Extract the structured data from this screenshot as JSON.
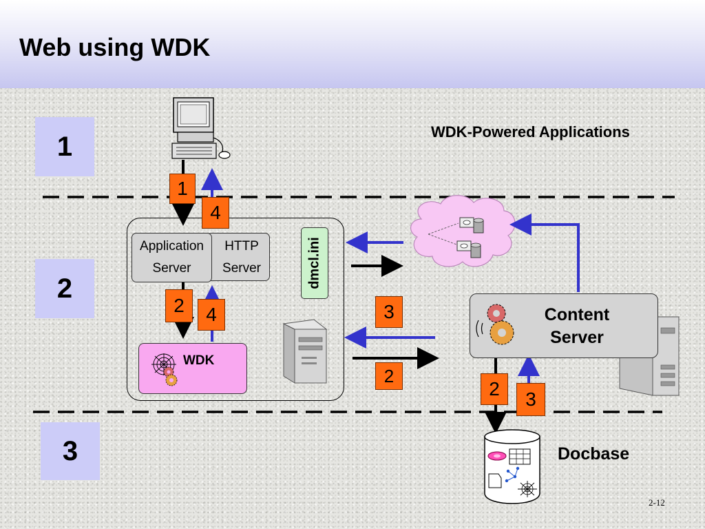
{
  "slide": {
    "title": "Web using WDK",
    "page_number": "2-12"
  },
  "layers": [
    {
      "label": "1"
    },
    {
      "label": "2"
    },
    {
      "label": "3"
    }
  ],
  "header_right": "WDK-Powered Applications",
  "app_server": {
    "line1": "Application",
    "line2": "Server"
  },
  "http_server": {
    "line1": "HTTP",
    "line2": "Server"
  },
  "dmcl": "dmcl.ini",
  "wdk": "WDK",
  "content_server": {
    "line1": "Content",
    "line2": "Server"
  },
  "docbase": "Docbase",
  "step_badges": {
    "client_down": "1",
    "client_up": "4",
    "wdk_down": "2",
    "wdk_up": "4",
    "mid_top": "3",
    "mid_bottom": "2",
    "docbase_down": "2",
    "docbase_up": "3"
  },
  "colors": {
    "request_arrow": "#000000",
    "response_arrow": "#3333cc",
    "badge": "#ff6a10",
    "layer_box": "#ccccf8",
    "wdk_box": "#f9a8f0",
    "dmcl_box": "#ccf2cc",
    "cloud": "#f8c8f4"
  },
  "icons": [
    "computer-icon",
    "cloud-icon",
    "server-tower-icon",
    "gear-icon",
    "spider-web-icon",
    "database-icon"
  ]
}
